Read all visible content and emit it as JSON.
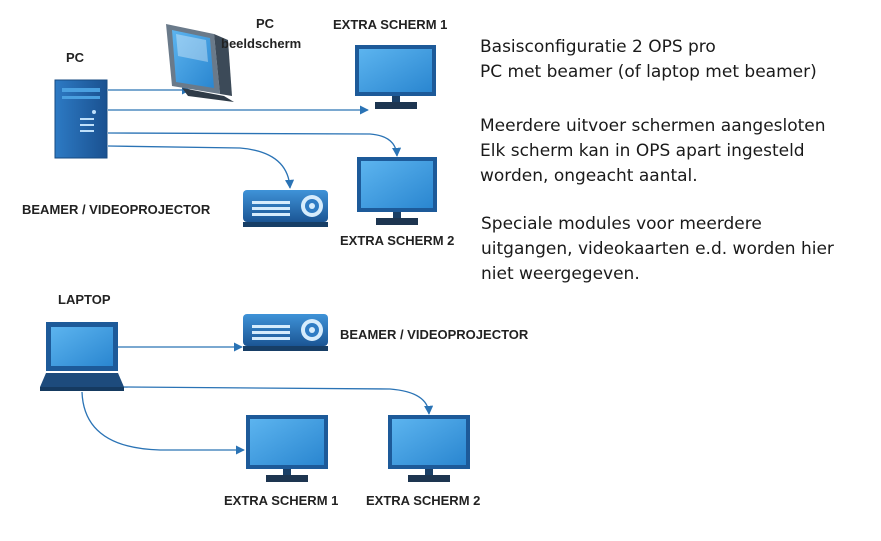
{
  "colors": {
    "blue_dark": "#1d5a99",
    "blue_light": "#4fa3e3",
    "wire": "#2a73b5",
    "text": "#1a1a1a"
  },
  "labels": {
    "pc": "PC",
    "pc_monitor_line1": "PC",
    "pc_monitor_line2": "beeldscherm",
    "top_screen1": "EXTRA SCHERM 1",
    "top_screen2": "EXTRA SCHERM 2",
    "top_beamer": "BEAMER / VIDEOPROJECTOR",
    "laptop": "LAPTOP",
    "bottom_beamer": "BEAMER / VIDEOPROJECTOR",
    "bottom_screen1": "EXTRA SCHERM 1",
    "bottom_screen2": "EXTRA SCHERM 2"
  },
  "notes": {
    "block1": [
      "Basisconfiguratie 2 OPS pro",
      "PC met beamer (of laptop met beamer)"
    ],
    "block2": [
      "Meerdere uitvoer schermen aangesloten",
      "Elk scherm kan in OPS apart ingesteld",
      "worden, ongeacht aantal."
    ],
    "block3": [
      "Speciale modules voor meerdere",
      "uitgangen, videokaarten e.d. worden hier",
      "niet weergegeven."
    ]
  },
  "icons": [
    "pc-tower-icon",
    "crt-monitor-icon",
    "flat-monitor-icon",
    "projector-icon",
    "laptop-icon"
  ]
}
